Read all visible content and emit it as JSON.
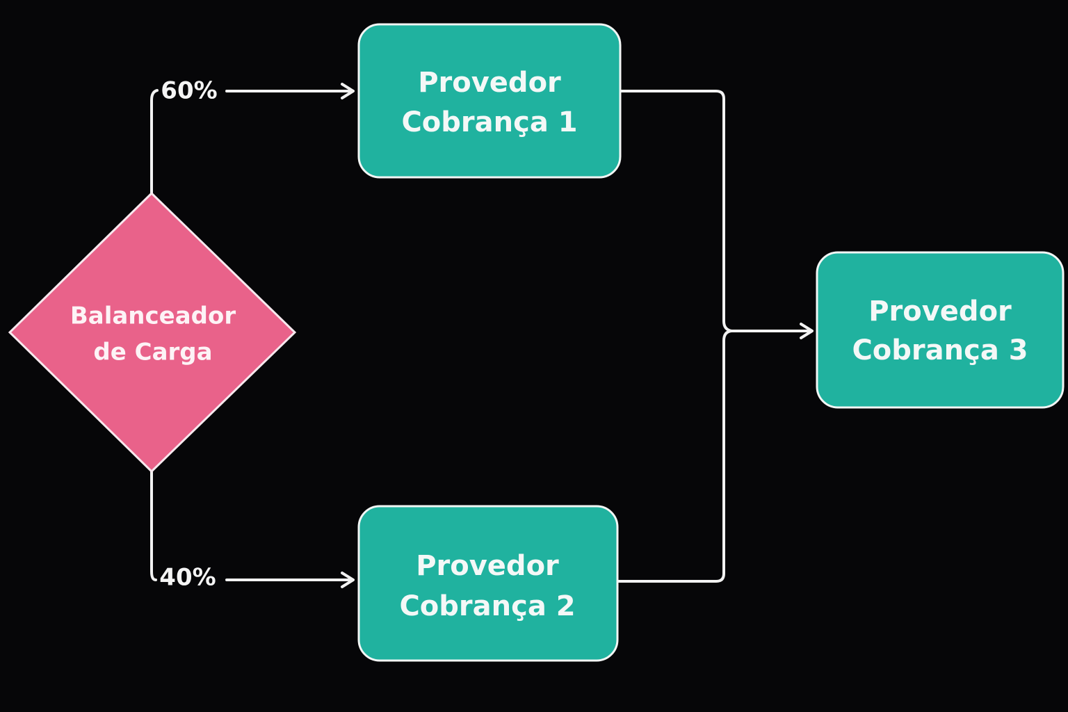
{
  "colors": {
    "background": "#060608",
    "provider_fill": "#20b29f",
    "balancer_fill": "#e9628a",
    "line": "#f2f2f2"
  },
  "balancer": {
    "line1": "Balanceador",
    "line2": "de Carga"
  },
  "provider1": {
    "line1": "Provedor",
    "line2": "Cobrança 1"
  },
  "provider2": {
    "line1": "Provedor",
    "line2": "Cobrança 2"
  },
  "provider3": {
    "line1": "Provedor",
    "line2": "Cobrança 3"
  },
  "edges": {
    "to_provider1": "60%",
    "to_provider2": "40%"
  }
}
